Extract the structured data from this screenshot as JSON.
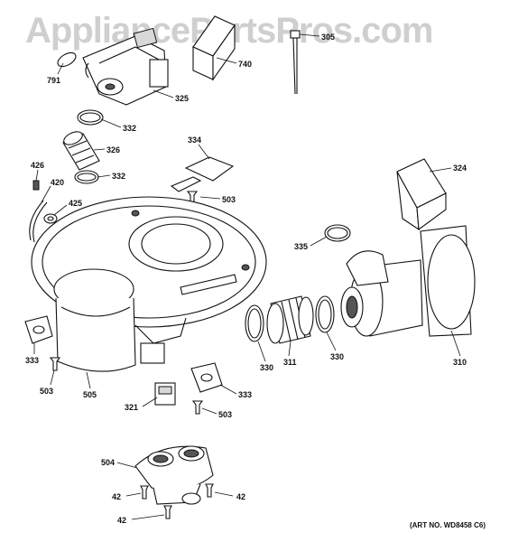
{
  "watermark": "AppliancePartsPros.com",
  "art_number": "(ART NO. WD8458 C6)",
  "callouts": [
    "791",
    "325",
    "740",
    "305",
    "332",
    "326",
    "332",
    "334",
    "503",
    "426",
    "420",
    "425",
    "324",
    "335",
    "333",
    "503",
    "505",
    "330",
    "311",
    "330",
    "310",
    "321",
    "333",
    "503",
    "504",
    "42",
    "42",
    "42"
  ]
}
